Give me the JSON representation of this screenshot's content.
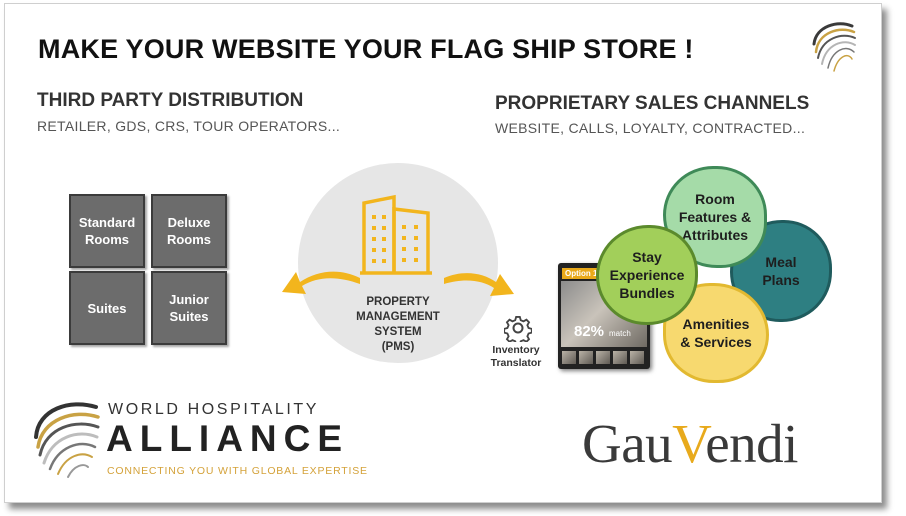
{
  "title": "MAKE YOUR WEBSITE YOUR FLAG SHIP STORE !",
  "left_column": {
    "heading": "THIRD PARTY DISTRIBUTION",
    "subheading": "RETAILER, GDS, CRS, TOUR OPERATORS..."
  },
  "right_column": {
    "heading": "PROPRIETARY SALES CHANNELS",
    "subheading": "WEBSITE, CALLS, LOYALTY, CONTRACTED..."
  },
  "rooms": [
    "Standard Rooms",
    "Deluxe Rooms",
    "Suites",
    "Junior Suites"
  ],
  "pms": {
    "line1": "PROPERTY",
    "line2": "MANAGEMENT",
    "line3": "SYSTEM",
    "line4": "(PMS)"
  },
  "inventory_translator": {
    "line1": "Inventory",
    "line2": "Translator"
  },
  "sales_bubbles": {
    "room_features": [
      "Room",
      "Features &",
      "Attributes"
    ],
    "stay_experience": [
      "Stay",
      "Experience",
      "Bundles"
    ],
    "meal_plans": [
      "Meal",
      "Plans"
    ],
    "amenities": [
      "Amenities",
      "& Services"
    ]
  },
  "option_card": {
    "tag": "Option 1",
    "match_percent": "82%",
    "match_label": "match"
  },
  "wha_logo": {
    "line1": "WORLD HOSPITALITY",
    "line2": "ALLIANCE",
    "tagline": "CONNECTING YOU WITH GLOBAL EXPERTISE"
  },
  "gauvendi_logo": {
    "prefix": "Gau",
    "v": "V",
    "suffix": "endi"
  },
  "colors": {
    "arrow": "#f2b51d",
    "building": "#f2b51d",
    "room_tile": "#6c6c6c",
    "pms_circle": "#e6e6e6",
    "room_features": "#a5dba8",
    "stay_experience": "#a2cf5a",
    "meal_plans": "#2e7f82",
    "amenities": "#f7d96f",
    "gauvendi_v": "#e8aa1c"
  }
}
